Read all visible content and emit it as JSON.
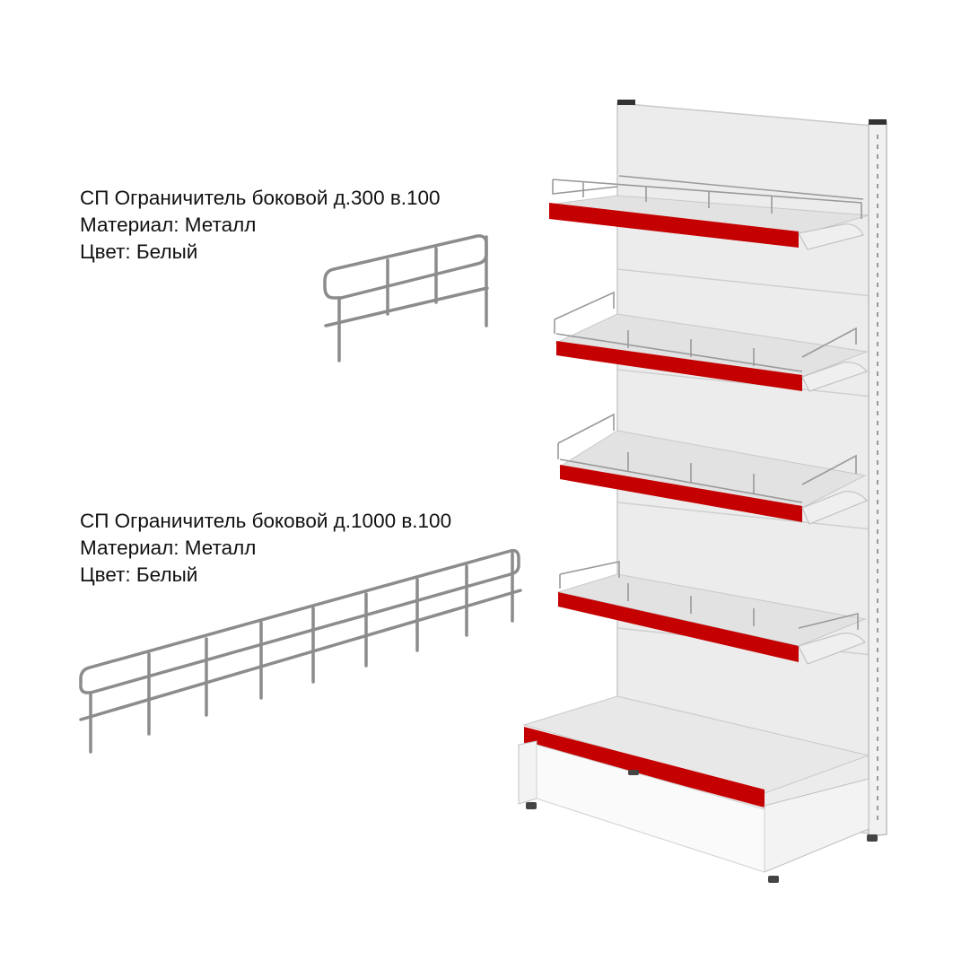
{
  "products": [
    {
      "name": "СП Ограничитель боковой д.300 в.100",
      "material": "Материал: Металл",
      "color": "Цвет: Белый"
    },
    {
      "name": "СП Ограничитель боковой д.1000 в.100",
      "material": "Материал: Металл",
      "color": "Цвет: Белый"
    }
  ],
  "colors": {
    "price_rail": "#c40000",
    "panel": "#e6e6e6",
    "wire": "#8c8c8c",
    "text": "#111111"
  }
}
